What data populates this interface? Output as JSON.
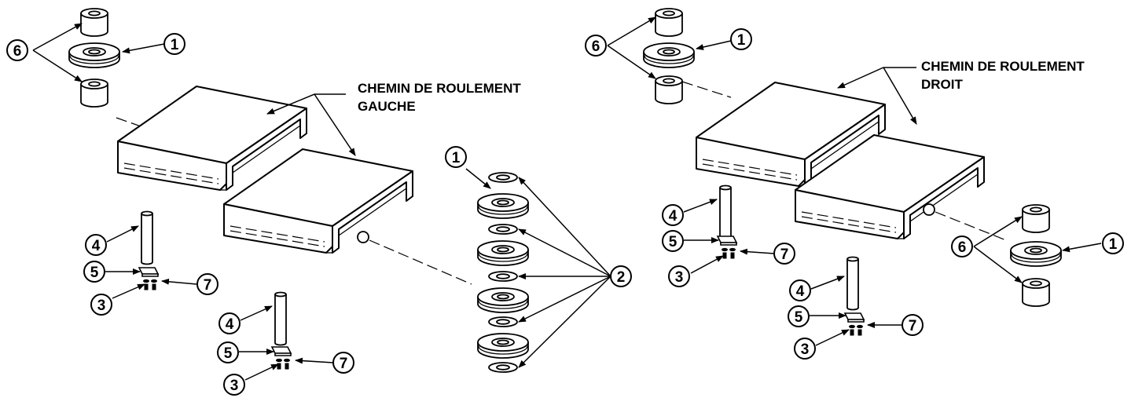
{
  "labels": {
    "left_track_line1": "CHEMIN DE ROULEMENT",
    "left_track_line2": "GAUCHE",
    "right_track_line1": "CHEMIN DE ROULEMENT",
    "right_track_line2": "DROIT"
  },
  "callouts": {
    "c1": "1",
    "c2": "2",
    "c3": "3",
    "c4": "4",
    "c5": "5",
    "c6": "6",
    "c7": "7"
  }
}
